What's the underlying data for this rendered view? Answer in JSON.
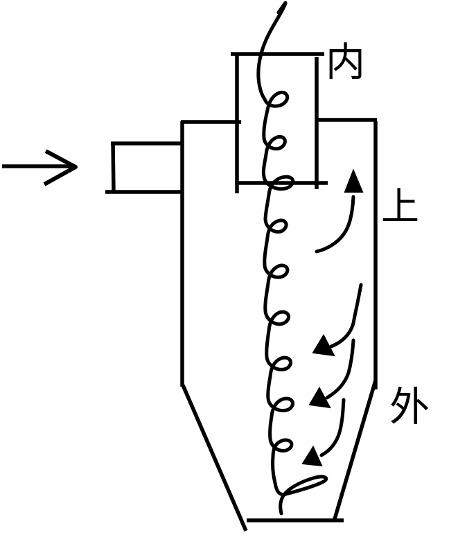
{
  "labels": {
    "inner": "内",
    "up": "上",
    "outer": "外"
  },
  "icons": {
    "inlet_arrow": "right-arrow",
    "spiral_tip_arrow": "up-arrow",
    "inner_vortex_arrow": "up-arrow",
    "outer_vortex_arrow_1": "down-left-arrow",
    "outer_vortex_arrow_2": "down-left-arrow",
    "outer_vortex_arrow_3": "down-left-arrow"
  },
  "colors": {
    "ink": "#000000",
    "background": "#ffffff"
  }
}
